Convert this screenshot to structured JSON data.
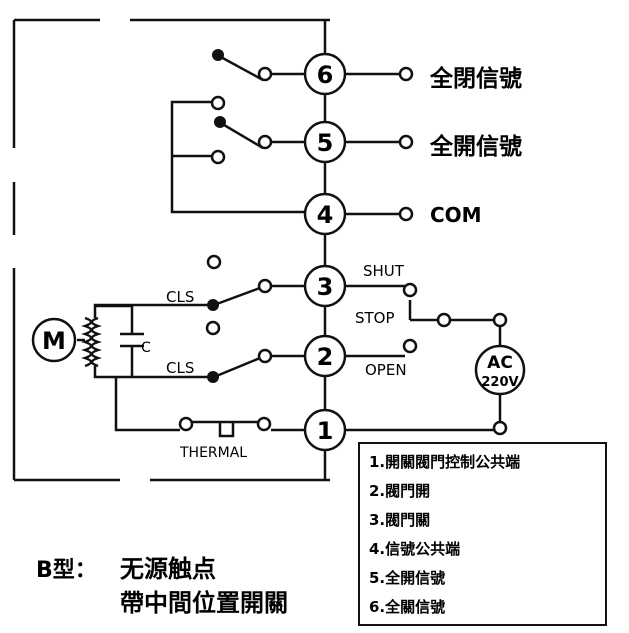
{
  "terminals": {
    "t1": "1",
    "t2": "2",
    "t3": "3",
    "t4": "4",
    "t5": "5",
    "t6": "6"
  },
  "right_signals": {
    "t6": "全閉信號",
    "t5": "全開信號",
    "t4": "COM"
  },
  "labels": {
    "motor": "M",
    "capacitor": "C",
    "cls_top": "CLS",
    "cls_bottom": "CLS",
    "thermal": "THERMAL",
    "shut": "SHUT",
    "stop": "STOP",
    "open": "OPEN",
    "ac_line1": "AC",
    "ac_line2": "220V"
  },
  "legend": [
    "1.開關閥門控制公共端",
    "2.閥門開",
    "3.閥門關",
    "4.信號公共端",
    "5.全開信號",
    "6.全關信號"
  ],
  "caption": {
    "prefix": "B型：",
    "line1": "无源触点",
    "line2": "帶中間位置開關"
  }
}
